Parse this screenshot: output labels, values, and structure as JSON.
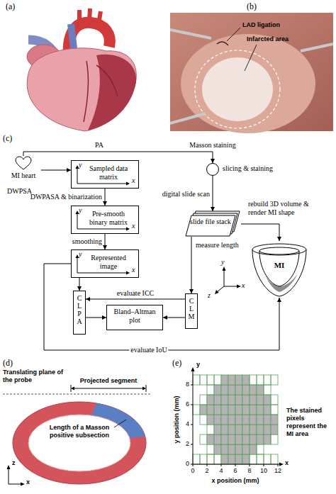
{
  "diagram": {
    "nodes": [
      {
        "text": [
          "MI heart"
        ]
      },
      {
        "text": [
          "Sampled data matrix"
        ]
      },
      {
        "text": [
          "Pre-smooth binary matrix"
        ]
      },
      {
        "text": [
          "Represented image"
        ]
      },
      {
        "text": [
          "CLPA"
        ]
      },
      {
        "text": [
          "Bland–Altman plot"
        ]
      },
      {
        "text": [
          "slicing & staining"
        ]
      },
      {
        "text": [
          "slide file stack"
        ]
      },
      {
        "text": [
          "MI"
        ]
      },
      {
        "text": [
          "CLM"
        ]
      }
    ],
    "edges": [
      {
        "from": 0,
        "to": 1,
        "label": "DWPSA",
        "arrow": "to"
      },
      {
        "from": 0,
        "to": 6,
        "arrow": "to"
      },
      {
        "from": 1,
        "to": 2,
        "label": "DWPASA & binarization",
        "arrow": "to"
      },
      {
        "from": 2,
        "to": 3,
        "label": "smoothing",
        "arrow": "to"
      },
      {
        "from": 3,
        "to": 4,
        "arrow": "to"
      },
      {
        "from": 6,
        "to": 7,
        "label": "digital slide scan",
        "arrow": "to"
      },
      {
        "from": 7,
        "to": 8,
        "label": "rebuild 3D volume & render MI shape",
        "arrow": "to"
      },
      {
        "from": 7,
        "to": 9,
        "label": "measure length",
        "arrow": "to"
      },
      {
        "from": 9,
        "to": 4,
        "label": "evaluate ICC",
        "arrow": "to"
      },
      {
        "from": 4,
        "to": 5,
        "arrow": "to"
      },
      {
        "from": 9,
        "to": 5,
        "arrow": "to"
      },
      {
        "from": 3,
        "to": 8,
        "label": "evaluate IoU",
        "arrow": "to"
      }
    ],
    "labels": [
      "(a)",
      "(b)",
      "LAD ligation",
      "Infarcted area",
      "(c)",
      "PA",
      "Masson staining",
      "y",
      "x",
      "y",
      "x",
      "y",
      "x",
      "y",
      "z",
      "x",
      "(d)",
      "Translating plane of the probe",
      "Projected segment",
      "Length of a Masson positive subsection",
      "z",
      "x",
      "(e)",
      "y",
      "x",
      "y position (mm)",
      "x position (mm)",
      "0",
      "2",
      "4",
      "6",
      "8",
      "10",
      "12",
      "0",
      "2",
      "4",
      "6",
      "8",
      "The stained pixels represent the MI area"
    ]
  }
}
